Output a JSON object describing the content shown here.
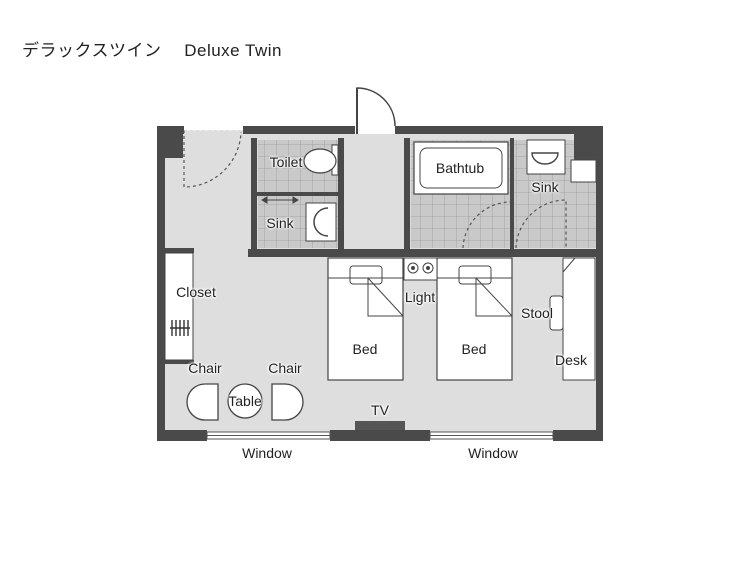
{
  "title": "デラックスツイン　 Deluxe Twin",
  "colors": {
    "wall": "#4a4a4a",
    "floor": "#dedede",
    "tile": "#c6c6c6",
    "furniture": "#ffffff",
    "line": "#555555"
  },
  "labels": {
    "toilet": "Toilet",
    "sink_wc": "Sink",
    "bathtub": "Bathtub",
    "sink_bath": "Sink",
    "closet": "Closet",
    "light": "Light",
    "stool": "Stool",
    "desk": "Desk",
    "bed_left": "Bed",
    "bed_right": "Bed",
    "chair_left": "Chair",
    "chair_right": "Chair",
    "table": "Table",
    "tv": "TV",
    "window_left": "Window",
    "window_right": "Window"
  },
  "icons": [
    "door-swing-icon",
    "sink-basin-icon",
    "toilet-bowl-icon",
    "bathtub-icon",
    "light-switch-icon",
    "hanger-icon",
    "double-arrow-icon"
  ]
}
